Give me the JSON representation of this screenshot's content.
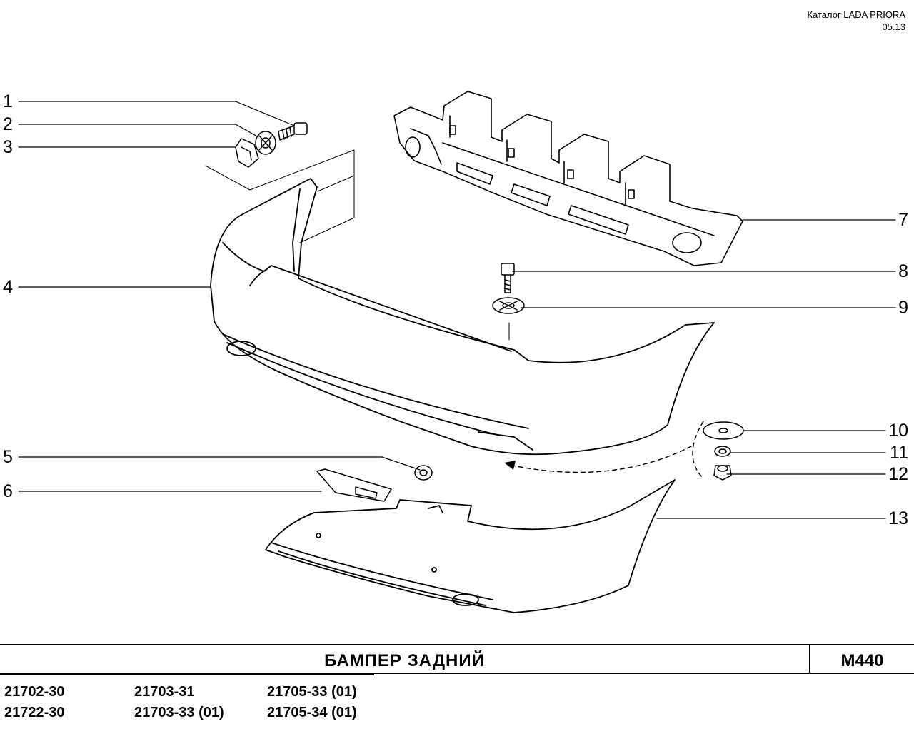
{
  "header": {
    "catalog": "Каталог  LADA  PRIORA",
    "date": "05.13"
  },
  "callouts": {
    "left": [
      "1",
      "2",
      "3",
      "4",
      "5",
      "6"
    ],
    "right": [
      "7",
      "8",
      "9",
      "10",
      "11",
      "12",
      "13"
    ]
  },
  "title": "БАМПЕР   ЗАДНИЙ",
  "code": "M440",
  "models": {
    "col1": [
      "21702-30",
      "21722-30"
    ],
    "col2": [
      "21703-31",
      "21703-33 (01)"
    ],
    "col3": [
      "21705-33 (01)",
      "21705-34 (01)"
    ]
  }
}
